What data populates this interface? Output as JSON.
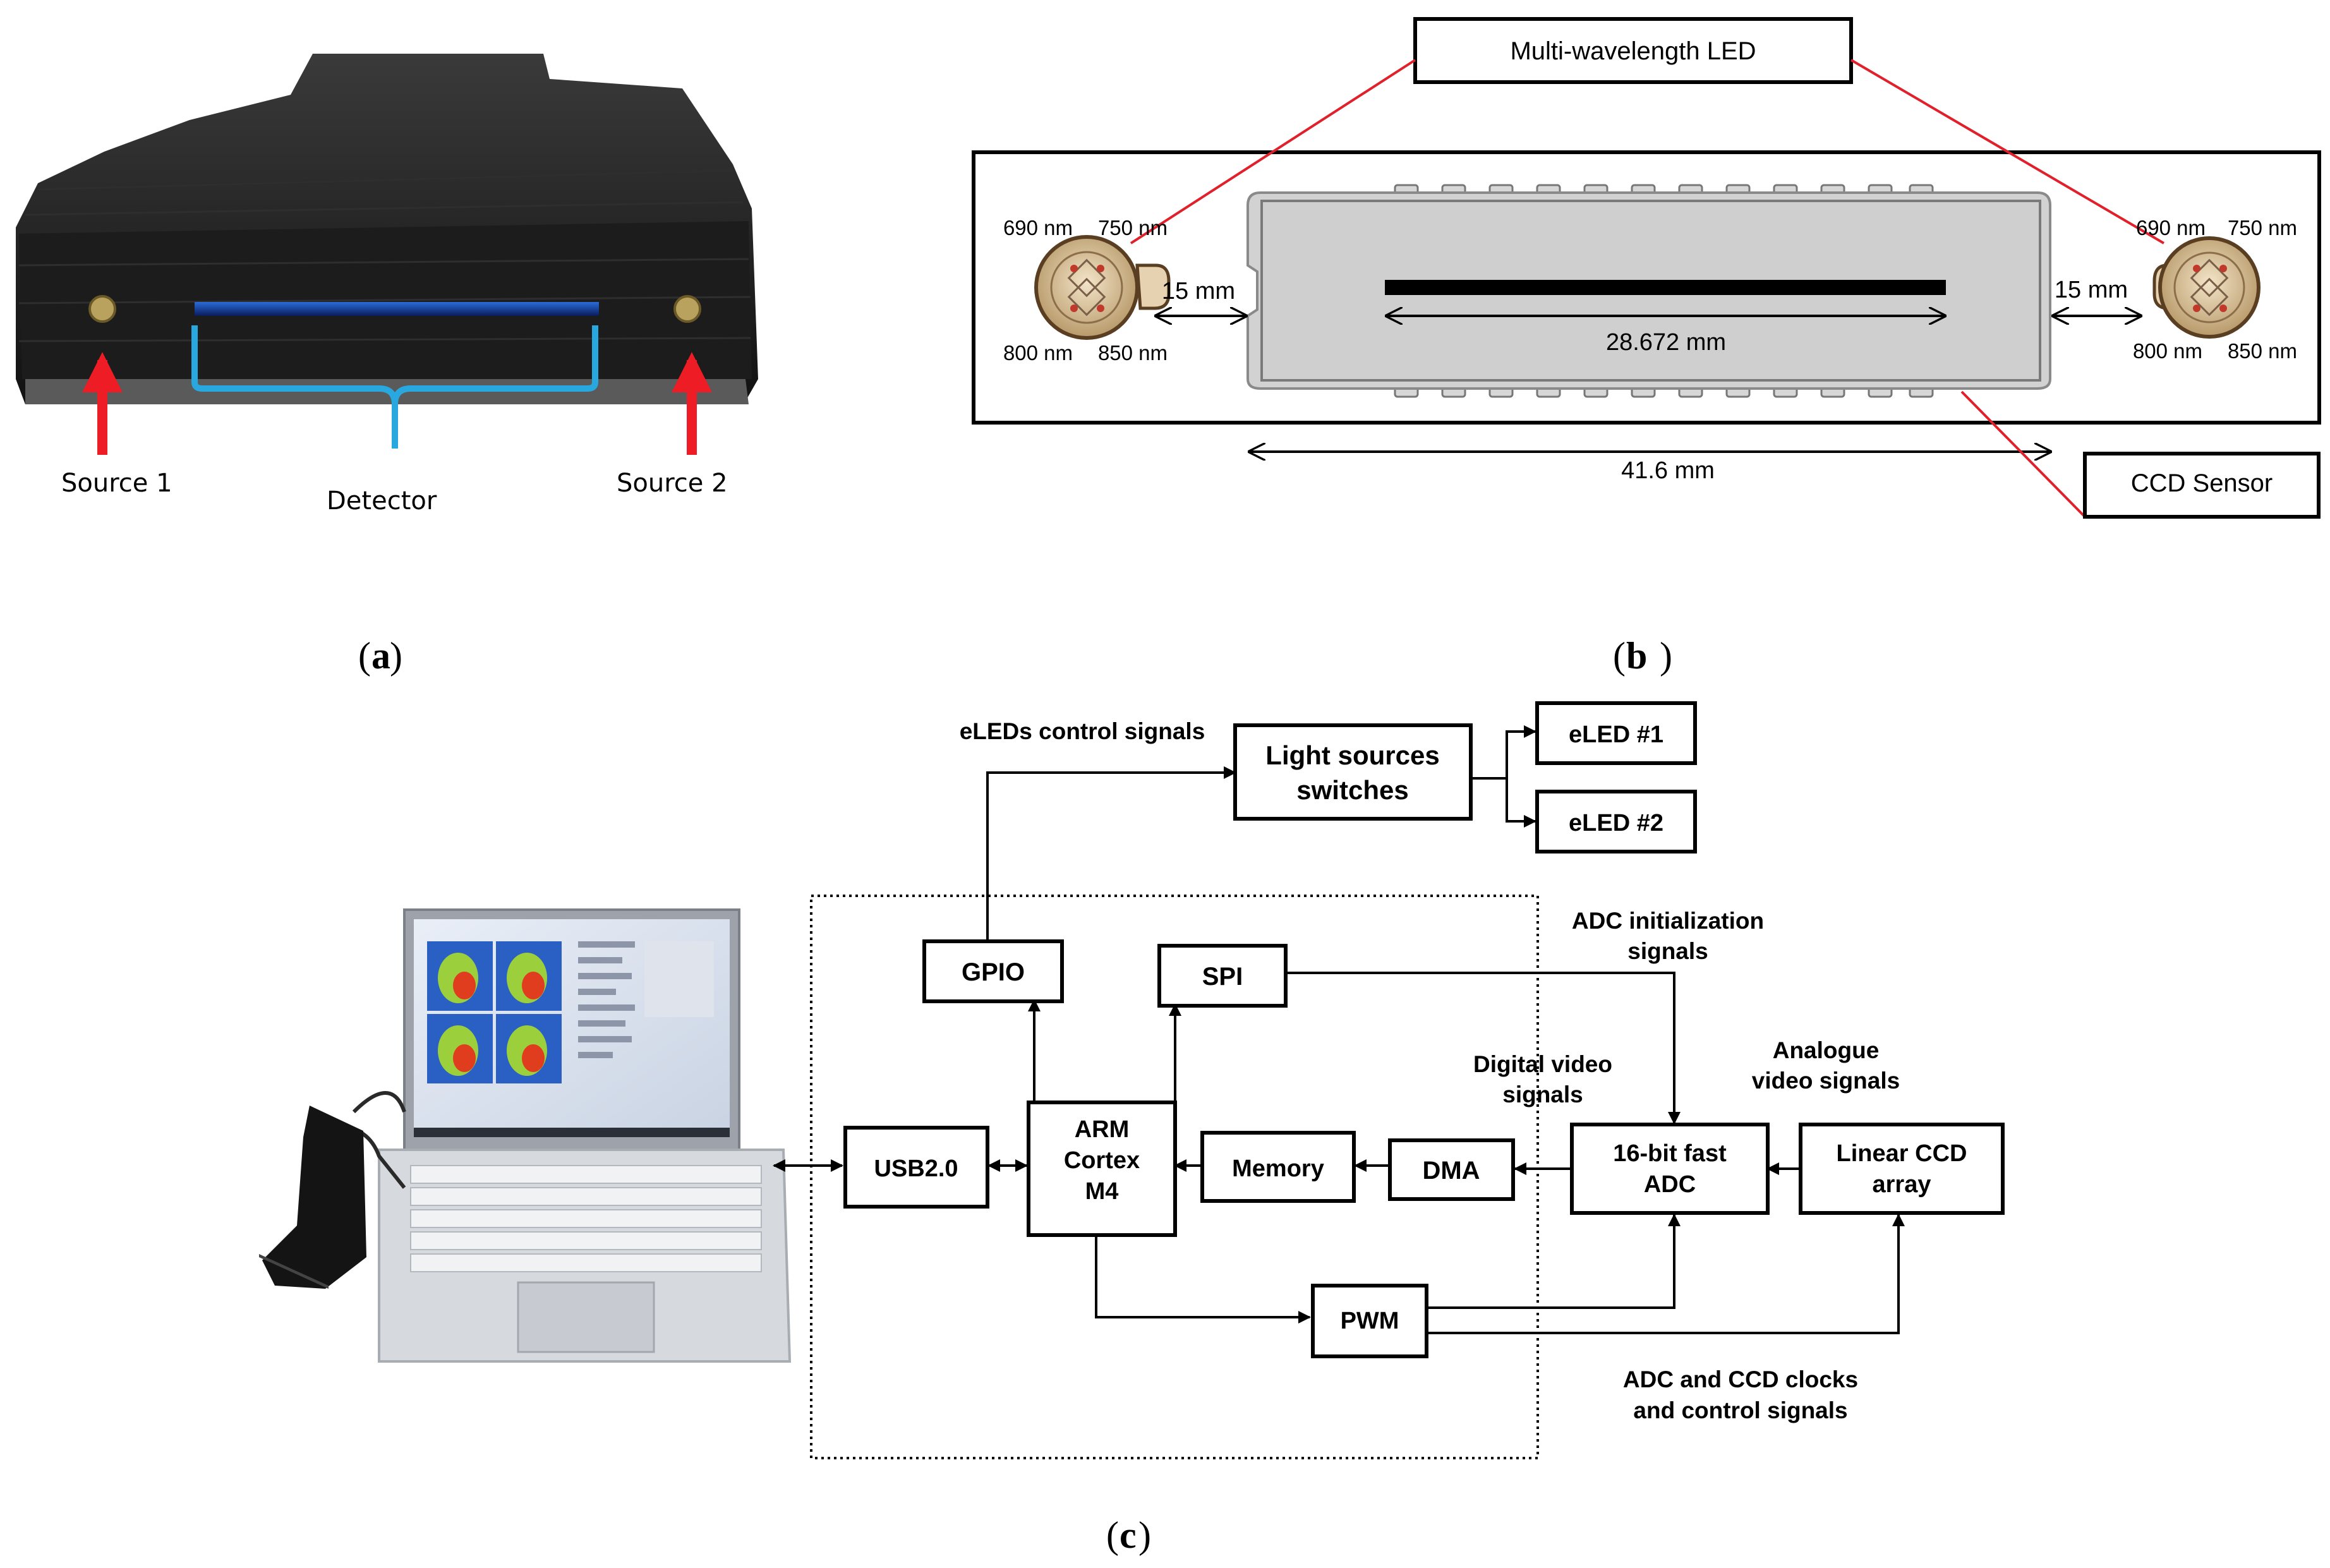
{
  "panel_a": {
    "labels": {
      "source1": "Source 1",
      "detector": "Detector",
      "source2": "Source 2"
    },
    "caption": {
      "open": "(",
      "letter": "a",
      "close": ")"
    }
  },
  "panel_b": {
    "callouts": {
      "led": "Multi-wavelength LED",
      "ccd": "CCD Sensor"
    },
    "wavelengths": {
      "w690": "690 nm",
      "w750": "750 nm",
      "w800": "800 nm",
      "w850": "850 nm"
    },
    "dimensions": {
      "gap_left": "15 mm",
      "gap_right": "15 mm",
      "pixel_length": "28.672 mm",
      "sensor_length": "41.6 mm"
    },
    "caption": {
      "open": "(",
      "letter": "b",
      "close": ")"
    }
  },
  "panel_c": {
    "blocks": {
      "light_l1": "Light sources",
      "light_l2": "switches",
      "eled1": "eLED #1",
      "eled2": "eLED #2",
      "gpio": "GPIO",
      "spi": "SPI",
      "usb": "USB2.0",
      "arm_l1": "ARM",
      "arm_l2": "Cortex",
      "arm_l3": "M4",
      "memory": "Memory",
      "dma": "DMA",
      "adc_l1": "16-bit fast",
      "adc_l2": "ADC",
      "ccd_l1": "Linear CCD",
      "ccd_l2": "array",
      "pwm": "PWM"
    },
    "signals": {
      "eleds_control": "eLEDs control signals",
      "adc_init_l1": "ADC initialization",
      "adc_init_l2": "signals",
      "digital_l1": "Digital video",
      "digital_l2": "signals",
      "analogue_l1": "Analogue",
      "analogue_l2": "video signals",
      "clocks_l1": "ADC and CCD clocks",
      "clocks_l2": "and control signals"
    },
    "caption": {
      "open": "(",
      "letter": "c",
      "close": ")"
    }
  },
  "colors": {
    "callout_red": "#e0202a",
    "detector_bracket": "#29a8e0",
    "arrow_red": "#ee1c24"
  }
}
